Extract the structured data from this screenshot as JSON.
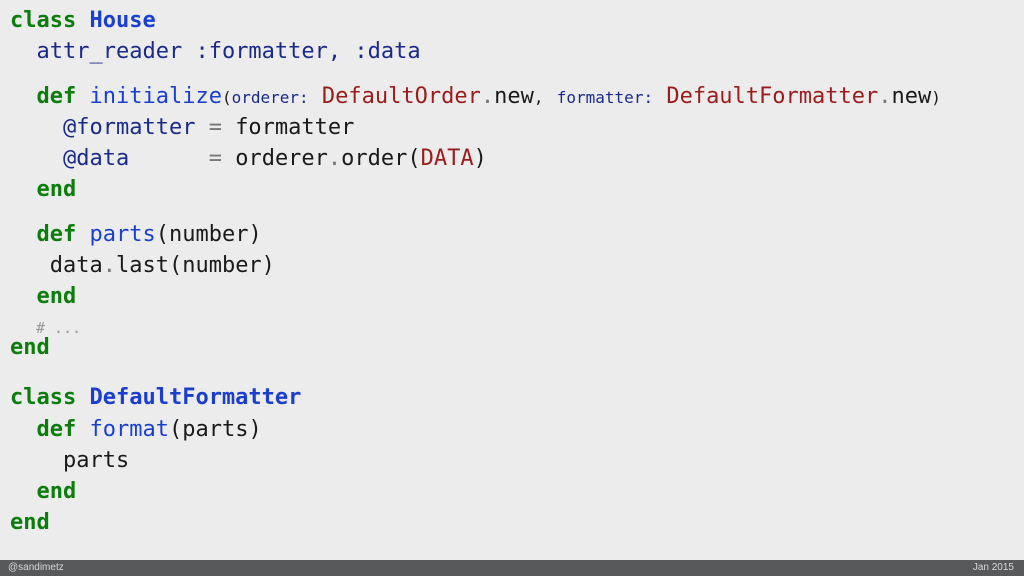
{
  "code": {
    "l1": {
      "kw": "class",
      "name": "House"
    },
    "l2": {
      "method": "attr_reader",
      "args": ":formatter, :data"
    },
    "l3": {
      "kw": "def",
      "method": "initialize",
      "open": "(",
      "k1": "orderer:",
      "c1": "DefaultOrder",
      "dot1": ".",
      "m1": "new",
      "comma": ",",
      "k2": "formatter:",
      "c2": "DefaultFormatter",
      "dot2": ".",
      "m2": "new",
      "close": ")"
    },
    "l4": {
      "ivar": "@formatter",
      "eq": "=",
      "val": "formatter"
    },
    "l5": {
      "ivar": "@data",
      "eq": "=",
      "recv": "orderer",
      "dot": ".",
      "call": "order(",
      "const": "DATA",
      "close": ")"
    },
    "l6": {
      "kw": "end"
    },
    "l7": {
      "kw": "def",
      "method": "parts",
      "args": "(number)"
    },
    "l8": {
      "recv": "data",
      "dot": ".",
      "call": "last(number)"
    },
    "l9": {
      "kw": "end"
    },
    "l10": {
      "comment": "# ..."
    },
    "l11": {
      "kw": "end"
    },
    "l12": {
      "kw": "class",
      "name": "DefaultFormatter"
    },
    "l13": {
      "kw": "def",
      "method": "format",
      "args": "(parts)"
    },
    "l14": {
      "val": "parts"
    },
    "l15": {
      "kw": "end"
    },
    "l16": {
      "kw": "end"
    }
  },
  "footer": {
    "left": "@sandimetz",
    "right": "Jan 2015"
  }
}
